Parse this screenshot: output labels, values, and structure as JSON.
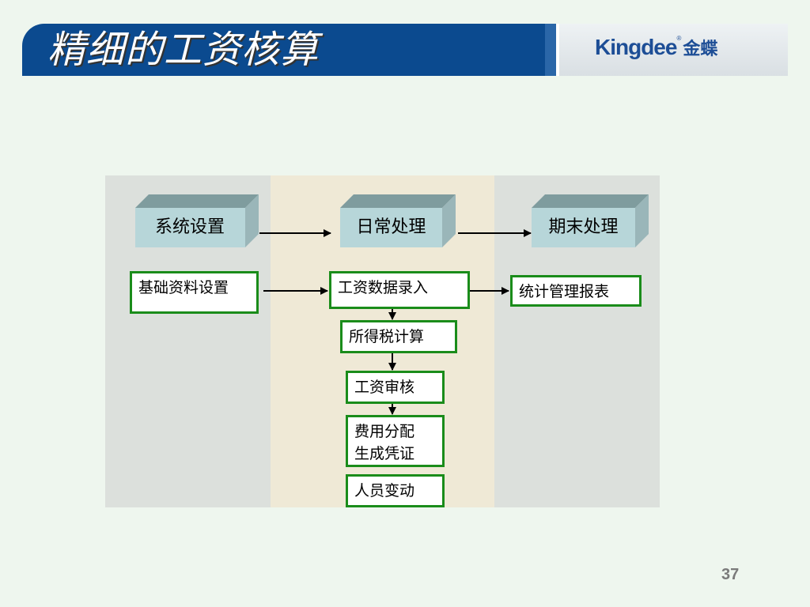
{
  "header": {
    "title": "精细的工资核算",
    "logo_latin": "Kingdee",
    "logo_reg": "®",
    "logo_cn": "金蝶"
  },
  "stages": [
    {
      "label": "系统设置"
    },
    {
      "label": "日常处理"
    },
    {
      "label": "期末处理"
    }
  ],
  "boxes": {
    "basic_data": "基础资料设置",
    "salary_entry": "工资数据录入",
    "report": "统计管理报表",
    "tax": "所得税计算",
    "audit": "工资审核",
    "voucher_line1": "费用分配",
    "voucher_line2": "生成凭证",
    "staff_change": "人员变动"
  },
  "colors": {
    "header_blue": "#0b4a8f",
    "box_border": "#1a8c1a",
    "stage_face": "#b7d6d9",
    "stage_top": "#7f9c9e"
  },
  "page_number": "37"
}
